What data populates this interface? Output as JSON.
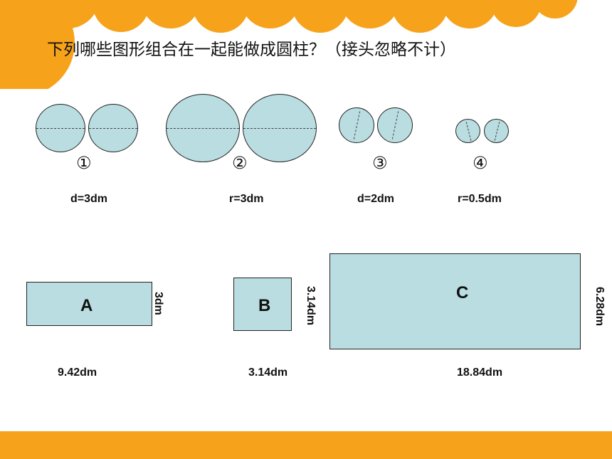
{
  "question": "下列哪些图形组合在一起能做成圆柱？（接头忽略不计）",
  "circle_groups": [
    {
      "marker": "①",
      "dimension": "d=3dm"
    },
    {
      "marker": "②",
      "dimension": "r=3dm"
    },
    {
      "marker": "③",
      "dimension": "d=2dm"
    },
    {
      "marker": "④",
      "dimension": "r=0.5dm"
    }
  ],
  "rectangles": [
    {
      "label": "A",
      "width": "9.42dm",
      "height": "3dm"
    },
    {
      "label": "B",
      "width": "3.14dm",
      "height": "3.14dm"
    },
    {
      "label": "C",
      "width": "18.84dm",
      "height": "6.28dm"
    }
  ],
  "colors": {
    "accent_orange": "#f7a21b",
    "shape_fill": "#b9dde0"
  }
}
